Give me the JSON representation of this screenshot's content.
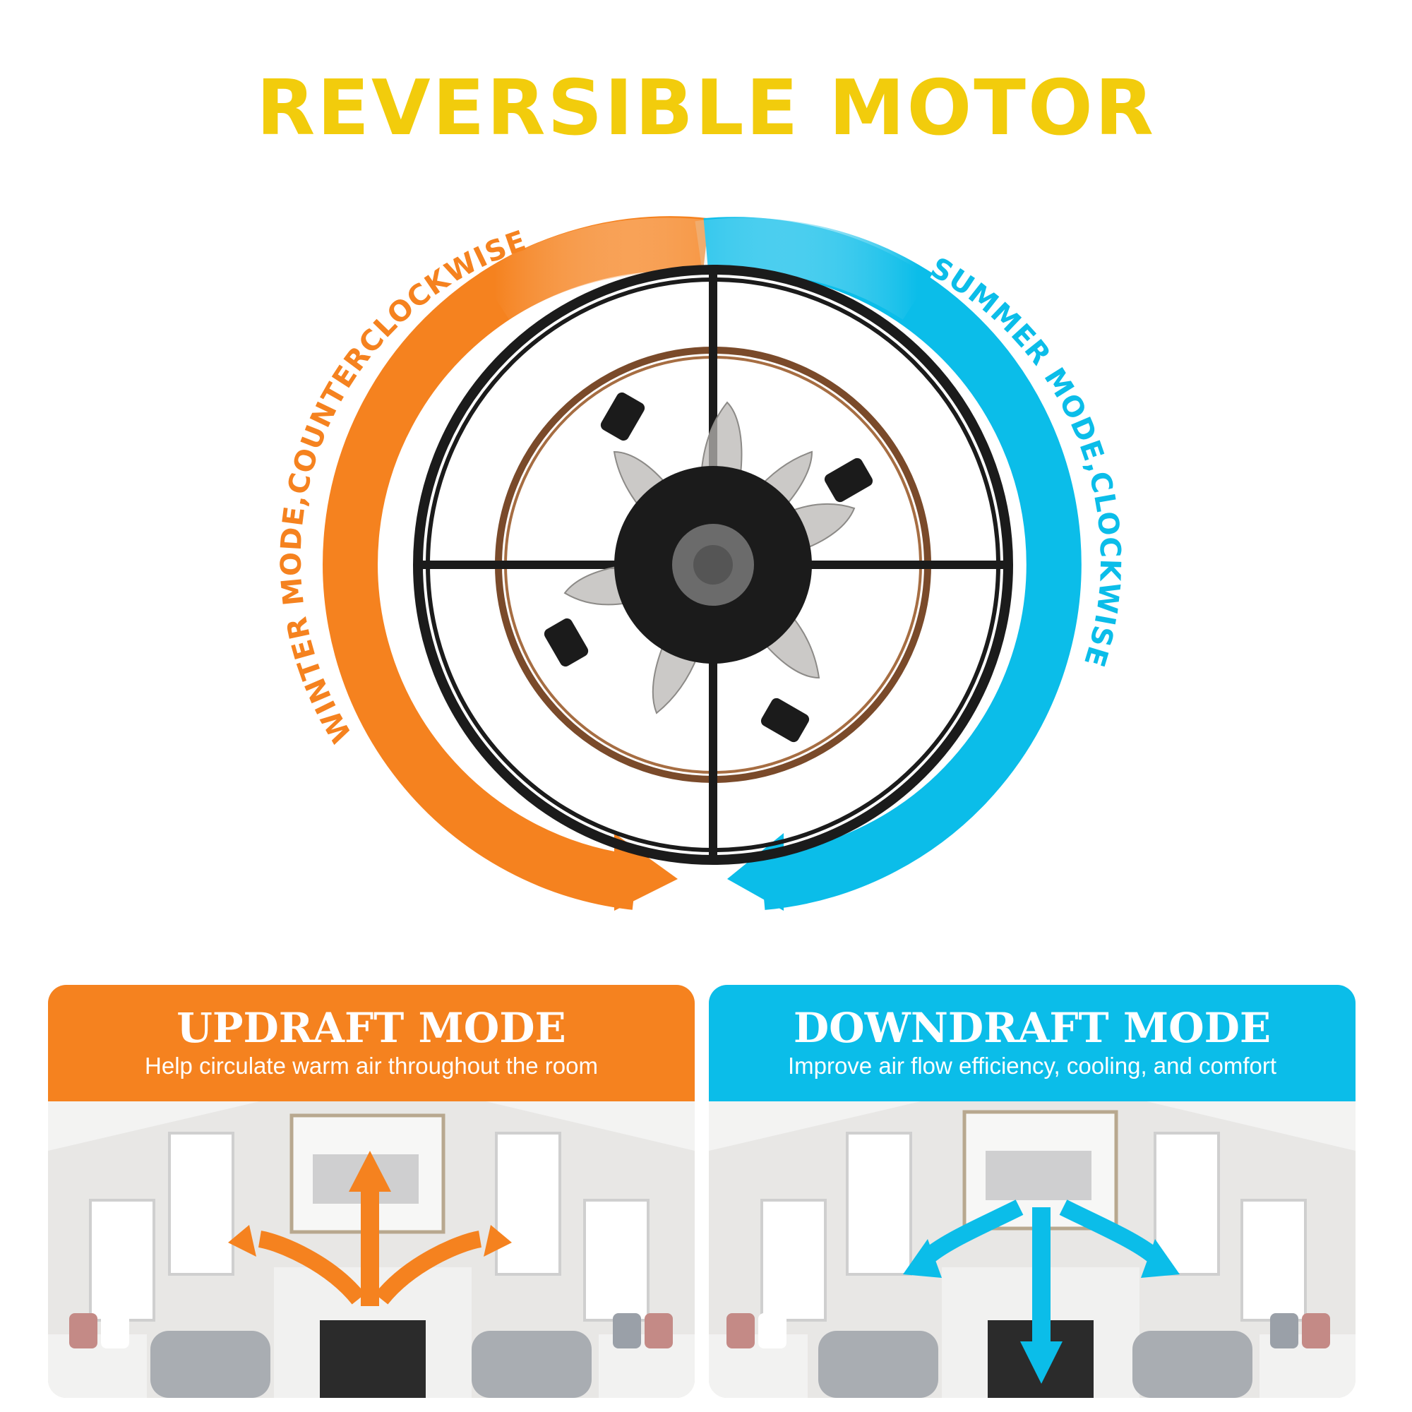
{
  "title": "REVERSIBLE MOTOR",
  "diagram": {
    "winter_label": "WINTER MODE,COUNTERCLOCKWISE",
    "summer_label": "SUMMER MODE,CLOCKWISE",
    "colors": {
      "winter": "#f5821f",
      "summer": "#0bbde9",
      "frame": "#1b1b1b",
      "inner_ring": "#7a4a2a"
    }
  },
  "cards": {
    "updraft": {
      "title": "UPDRAFT MODE",
      "subtitle": "Help circulate warm air throughout the room",
      "color": "#f5821f",
      "arrow_icon": "arrows-up-out-icon"
    },
    "downdraft": {
      "title": "DOWNDRAFT MODE",
      "subtitle": "Improve air flow efficiency, cooling, and comfort",
      "color": "#0bbde9",
      "arrow_icon": "arrows-down-out-icon"
    }
  }
}
